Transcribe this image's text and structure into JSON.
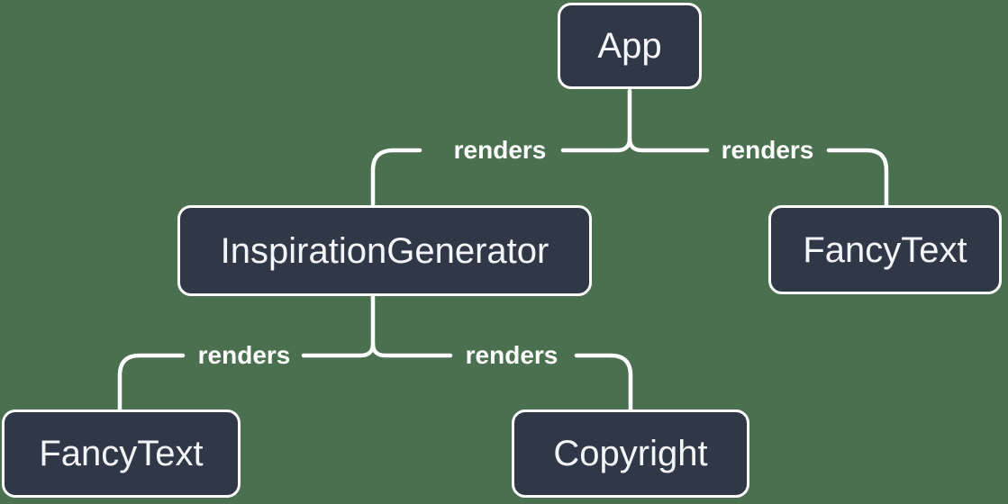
{
  "diagram": {
    "type": "tree",
    "colors": {
      "background": "#4a7050",
      "node_fill": "#303847",
      "node_border": "#ffffff",
      "node_text": "#f3f5f8",
      "line": "#ffffff",
      "edge_label_text": "#ffffff"
    },
    "nodes": [
      {
        "id": "app",
        "label": "App"
      },
      {
        "id": "inspiration-generator",
        "label": "InspirationGenerator"
      },
      {
        "id": "fancy-text-right",
        "label": "FancyText"
      },
      {
        "id": "fancy-text-left",
        "label": "FancyText"
      },
      {
        "id": "copyright",
        "label": "Copyright"
      }
    ],
    "edges": [
      {
        "from": "App",
        "to": "InspirationGenerator",
        "label": "renders"
      },
      {
        "from": "App",
        "to": "FancyText",
        "label": "renders"
      },
      {
        "from": "InspirationGenerator",
        "to": "FancyText",
        "label": "renders"
      },
      {
        "from": "InspirationGenerator",
        "to": "Copyright",
        "label": "renders"
      }
    ]
  }
}
